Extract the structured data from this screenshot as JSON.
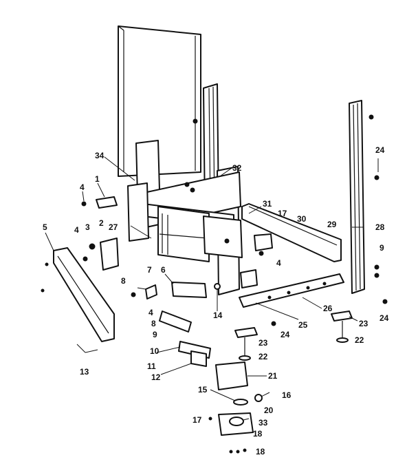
{
  "diagram": {
    "callouts": [
      {
        "id": "c34",
        "text": "34"
      },
      {
        "id": "c32",
        "text": "32"
      },
      {
        "id": "c24a",
        "text": "24"
      },
      {
        "id": "c4a",
        "text": "4"
      },
      {
        "id": "c1",
        "text": "1"
      },
      {
        "id": "c31",
        "text": "31"
      },
      {
        "id": "c17a",
        "text": "17"
      },
      {
        "id": "c30",
        "text": "30"
      },
      {
        "id": "c29",
        "text": "29"
      },
      {
        "id": "c28",
        "text": "28"
      },
      {
        "id": "c4b",
        "text": "4"
      },
      {
        "id": "c3",
        "text": "3"
      },
      {
        "id": "c2",
        "text": "2"
      },
      {
        "id": "c27",
        "text": "27"
      },
      {
        "id": "c5",
        "text": "5"
      },
      {
        "id": "c9a",
        "text": "9"
      },
      {
        "id": "c4c",
        "text": "4"
      },
      {
        "id": "c8a",
        "text": "8"
      },
      {
        "id": "c7",
        "text": "7"
      },
      {
        "id": "c6",
        "text": "6"
      },
      {
        "id": "c4d",
        "text": "4"
      },
      {
        "id": "c8b",
        "text": "8"
      },
      {
        "id": "c9b",
        "text": "9"
      },
      {
        "id": "c14",
        "text": "14"
      },
      {
        "id": "c26",
        "text": "26"
      },
      {
        "id": "c25",
        "text": "25"
      },
      {
        "id": "c23a",
        "text": "23"
      },
      {
        "id": "c24b",
        "text": "24"
      },
      {
        "id": "c24c",
        "text": "24"
      },
      {
        "id": "c10",
        "text": "10"
      },
      {
        "id": "c23b",
        "text": "23"
      },
      {
        "id": "c22a",
        "text": "22"
      },
      {
        "id": "c22b",
        "text": "22"
      },
      {
        "id": "c11",
        "text": "11"
      },
      {
        "id": "c13",
        "text": "13"
      },
      {
        "id": "c12",
        "text": "12"
      },
      {
        "id": "c21",
        "text": "21"
      },
      {
        "id": "c15",
        "text": "15"
      },
      {
        "id": "c16",
        "text": "16"
      },
      {
        "id": "c20",
        "text": "20"
      },
      {
        "id": "c17b",
        "text": "17"
      },
      {
        "id": "c33",
        "text": "33"
      },
      {
        "id": "c18a",
        "text": "18"
      },
      {
        "id": "c18b",
        "text": "18"
      }
    ]
  }
}
